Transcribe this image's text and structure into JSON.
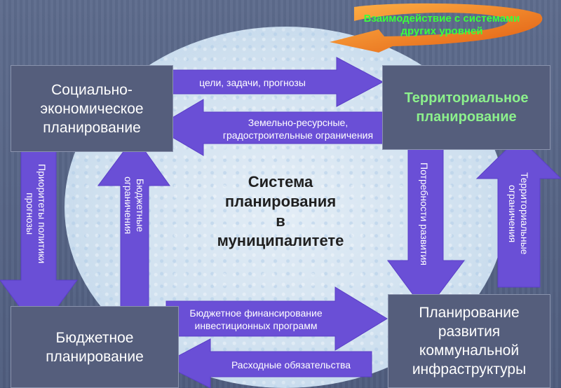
{
  "center_title": [
    "Система",
    "планирования",
    "в муниципалитете"
  ],
  "boxes": {
    "social": [
      "Социально-",
      "экономическое",
      "планирование"
    ],
    "territorial": [
      "Территориальное",
      "планирование"
    ],
    "budget": [
      "Бюджетное",
      "планирование"
    ],
    "infrastructure": [
      "Планирование",
      "развития",
      "коммунальной",
      "инфраструктуры"
    ]
  },
  "interaction_note": [
    "Взаимодействие с системами",
    "других уровней"
  ],
  "arrows": {
    "goals": "цели, задачи, прогнозы",
    "land": [
      "Земельно-ресурсные,",
      "градостроительные ограничения"
    ],
    "budget_financing": [
      "Бюджетное финансирование",
      "инвестиционных программ"
    ],
    "expenses": "Расходные обязательства",
    "priorities": [
      "Приоритеты политики",
      "прогнозы"
    ],
    "budget_limits": [
      "Бюджетные",
      "ограничения"
    ],
    "development_needs": "Потребности развития",
    "territorial_limits": [
      "Территориальные",
      "ограничения"
    ]
  },
  "colors": {
    "arrow": "#6a4fd6",
    "title_green": "#8cf08c",
    "note_green": "#3cff3c",
    "orange": "#f07a1a"
  }
}
